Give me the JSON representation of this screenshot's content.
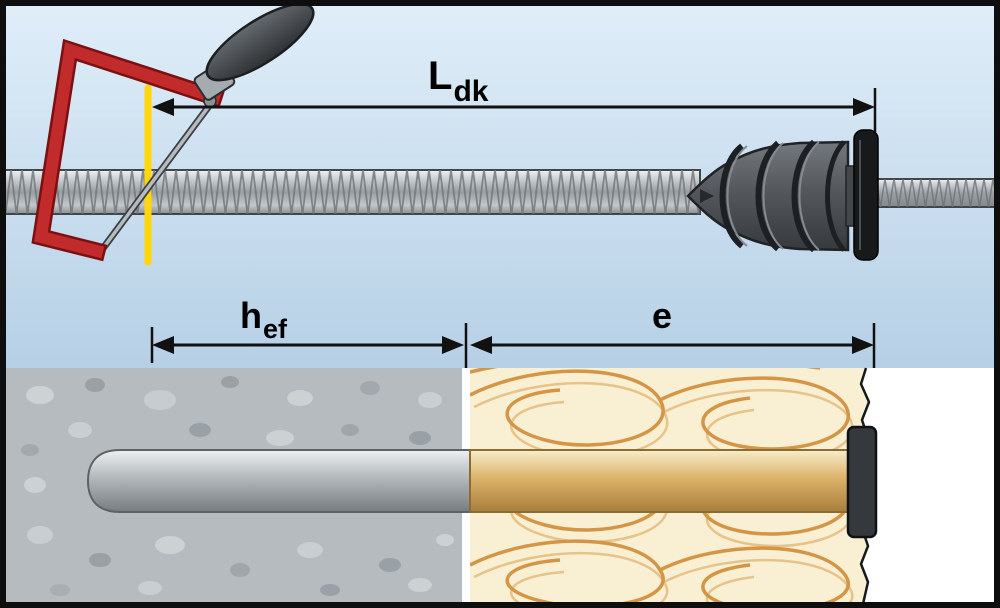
{
  "labels": {
    "ldk": {
      "base": "L",
      "sub": "dk"
    },
    "hef": {
      "base": "h",
      "sub": "ef"
    },
    "e": {
      "base": "e",
      "sub": ""
    }
  },
  "colors": {
    "background_top": "#dcecf8",
    "background_bottom": "#9dbeda",
    "border": "#0e0e0e",
    "cut_mark_yellow": "#ffd60a",
    "saw_frame_red": "#c12b2b",
    "saw_handle_grey": "#4a4f53",
    "concrete_grey": "#b6bbbf",
    "insulation_cream": "#f9efd2",
    "insulation_swirl": "#d49646",
    "anchor_dark_grey": "#4c5054",
    "washer_black": "#17191b",
    "rod_metal_grey": "#aab0b4",
    "sleeve_tan": "#d9b269",
    "wall_white": "#ffffff",
    "dimension_line": "#111111"
  }
}
